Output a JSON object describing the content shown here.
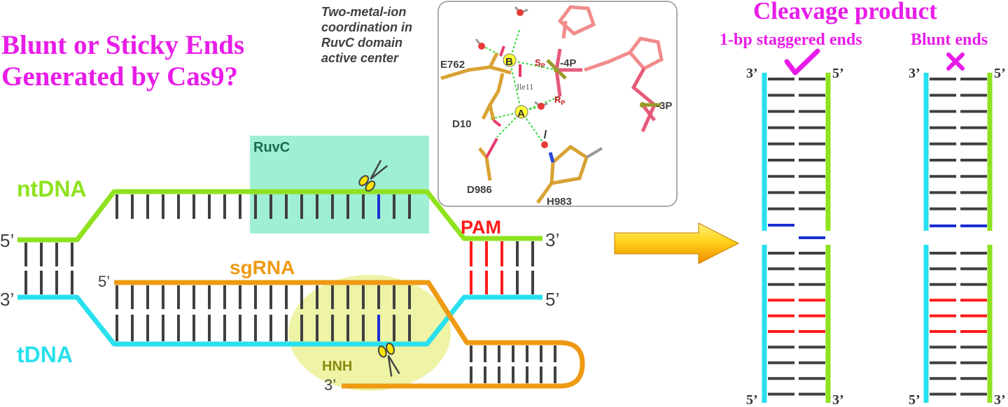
{
  "title_lines": [
    "Blunt or Sticky Ends",
    "Generated by Cas9?"
  ],
  "inset_caption_lines": [
    "Two-metal-ion",
    "coordination in",
    "RuvC domain",
    "active center"
  ],
  "inset_labels": {
    "e762": "E762",
    "d10": "D10",
    "d986": "D986",
    "h983": "H983",
    "ile11": "Ile11",
    "metal_a": "A",
    "metal_b": "B",
    "sp_main": "S",
    "sp_sub": "P",
    "rp_main": "R",
    "rp_sub": "P",
    "m4p": "-4P",
    "m3p": "-3P"
  },
  "strand_labels": {
    "ntdna": "ntDNA",
    "tdna": "tDNA",
    "sgrna": "sgRNA",
    "pam": "PAM",
    "ruvc": "RuvC",
    "hnh": "HNH"
  },
  "end_labels": {
    "left_top_5": "5’",
    "left_bottom_3": "3’",
    "right_top_3": "3’",
    "right_bottom_5": "5’",
    "sgrna_5": "5’",
    "sgrna_3": "3’"
  },
  "product": {
    "heading": "Cleavage product",
    "staggered_label": "1-bp staggered ends",
    "blunt_label": "Blunt ends",
    "staggered_ends": {
      "top_left": "3’",
      "top_right": "5’",
      "bottom_left": "5’",
      "bottom_right": "3’"
    },
    "blunt_ends": {
      "top_left": "3’",
      "top_right": "5’",
      "bottom_left": "5’",
      "bottom_right": "3’"
    }
  },
  "colors": {
    "title": "#e81ce8",
    "ntdna": "#8ee21e",
    "tdna": "#29e0ee",
    "sgrna": "#ee9a12",
    "pam": "#ff1a1a",
    "ruvc_bg": "#9fefd4",
    "hnh_bg": "#eef3a6",
    "cut_base": "#1a2fd0",
    "base": "#404040"
  }
}
